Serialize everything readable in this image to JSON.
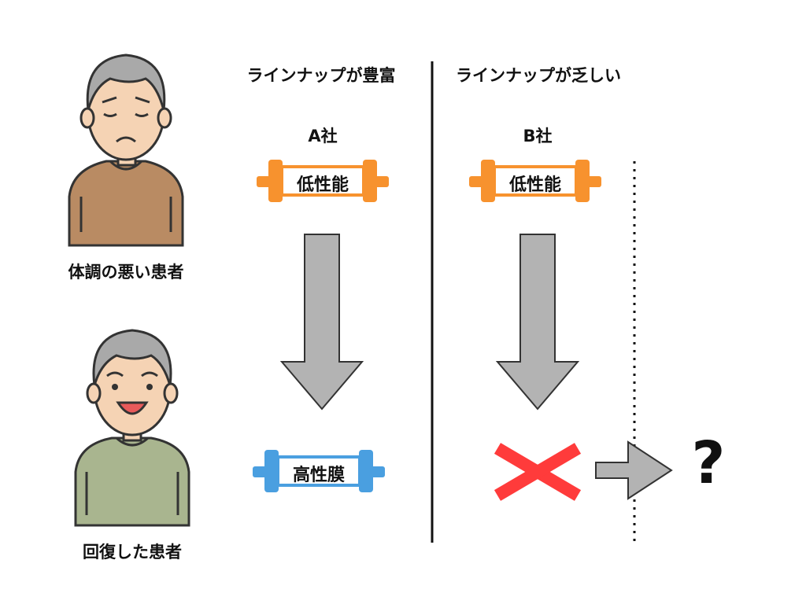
{
  "patients": {
    "sick_label": "体調の悪い患者",
    "recovered_label": "回復した患者"
  },
  "company_a": {
    "heading": "ラインナップが豊富",
    "name": "A社",
    "top_filter": "低性能",
    "bottom_filter": "高性膜"
  },
  "company_b": {
    "heading": "ラインナップが乏しい",
    "name": "B社",
    "top_filter": "低性能",
    "unknown_mark": "?"
  },
  "colors": {
    "orange": "#F7922E",
    "blue": "#4A9FE0",
    "gray_arrow": "#B3B3B3",
    "red_x": "#FF3B3B"
  }
}
